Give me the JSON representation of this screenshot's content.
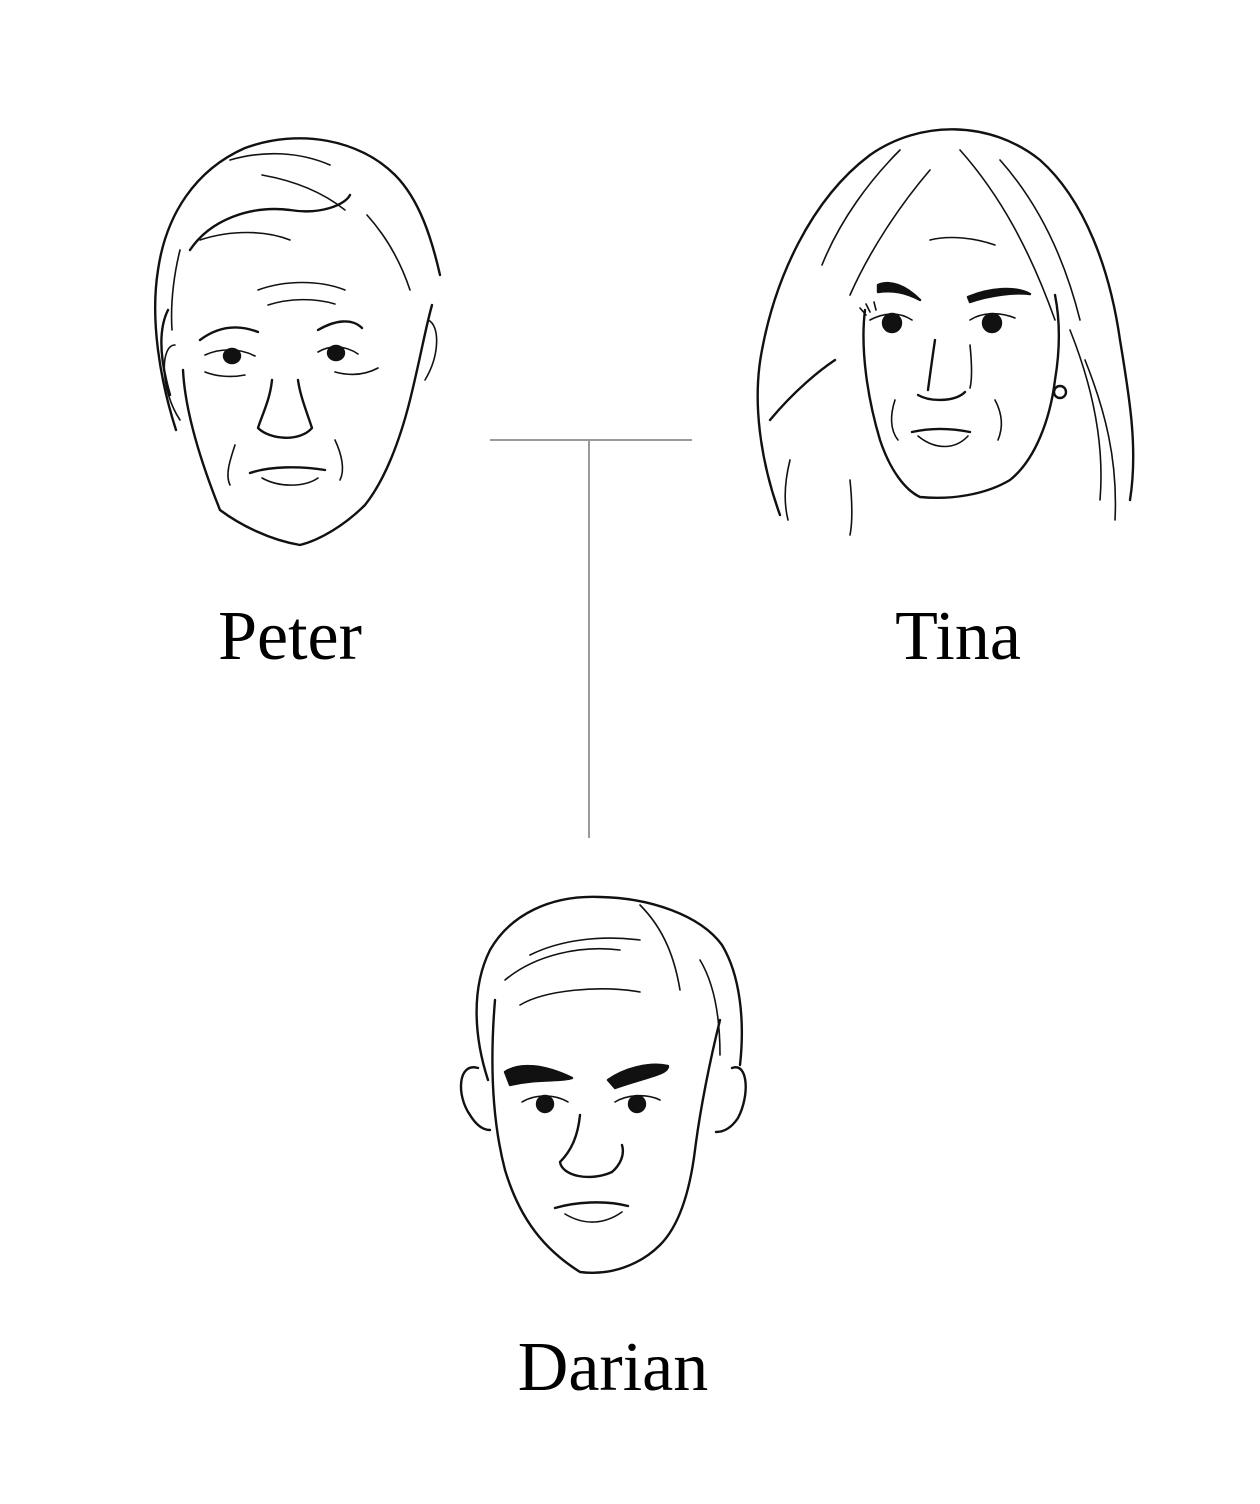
{
  "people": {
    "peter": {
      "name": "Peter",
      "portrait_icon": "older-man-portrait-icon"
    },
    "tina": {
      "name": "Tina",
      "portrait_icon": "woman-portrait-icon"
    },
    "darian": {
      "name": "Darian",
      "portrait_icon": "young-man-portrait-icon"
    }
  },
  "relationships": [
    {
      "parents": [
        "Peter",
        "Tina"
      ],
      "child": "Darian"
    }
  ],
  "colors": {
    "ink": "#111111",
    "connector": "#9a9a9a",
    "background": "#ffffff"
  }
}
